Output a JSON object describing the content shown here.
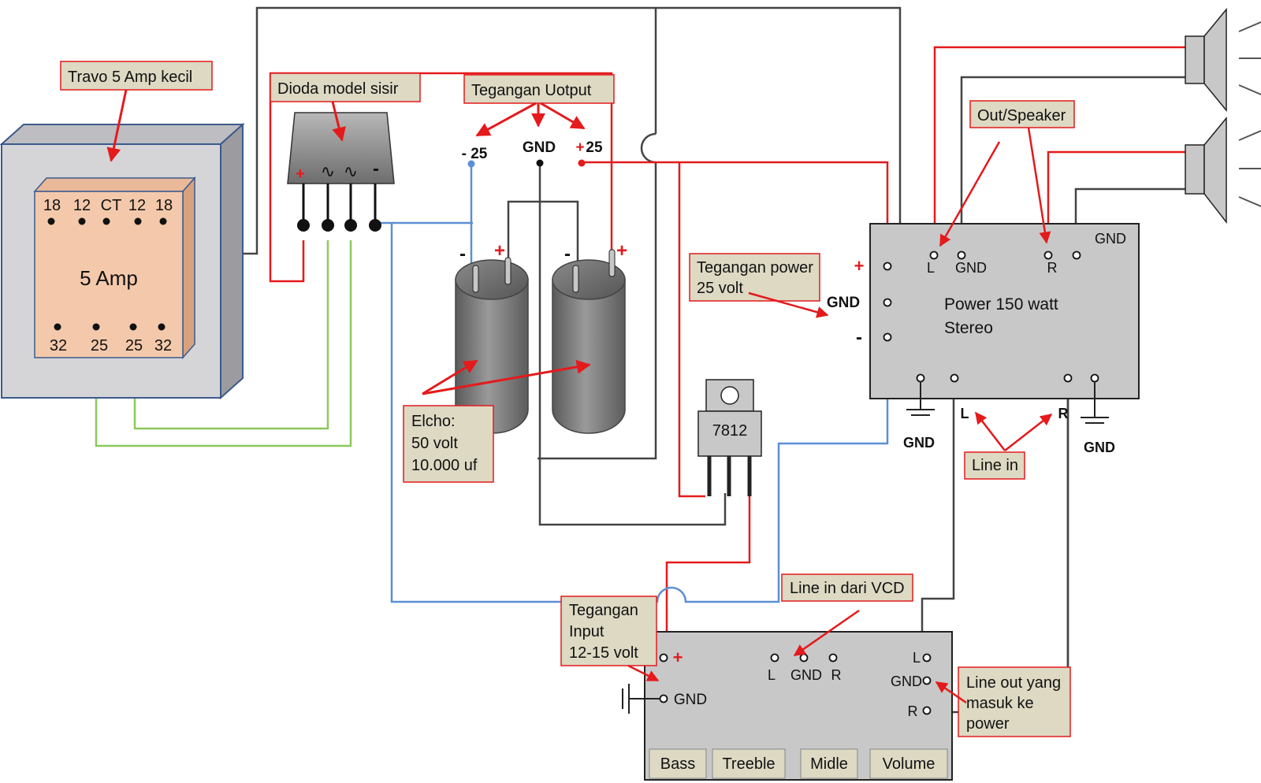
{
  "callouts": {
    "travo": "Travo 5 Amp kecil",
    "dioda": "Dioda model sisir",
    "tegangan_output": "Tegangan Uotput",
    "out_speaker": "Out/Speaker",
    "tegangan_power": [
      "Tegangan power",
      "25 volt"
    ],
    "elcho": [
      "Elcho:",
      "50 volt",
      "10.000 uf"
    ],
    "line_in": "Line in",
    "line_in_vcd": "Line in dari VCD",
    "tegangan_input": [
      "Tegangan",
      "Input",
      "12-15 volt"
    ],
    "line_out": [
      "Line out yang",
      "masuk ke",
      "power"
    ]
  },
  "transformer": {
    "top_pins": [
      "18",
      "12",
      "CT",
      "12",
      "18"
    ],
    "bottom_pins": [
      "32",
      "25",
      "25",
      "32"
    ],
    "center_label": "5 Amp"
  },
  "rectifier": {
    "plus": "+",
    "ac1": "∿",
    "ac2": "∿",
    "minus": "-"
  },
  "supply_labels": {
    "neg": "- 25",
    "gnd": "GND",
    "pos_sign": "+",
    "pos": "25"
  },
  "capacitors": {
    "c1_minus": "-",
    "c1_plus": "+",
    "c2_minus": "-",
    "c2_plus": "+"
  },
  "regulator": {
    "label": "7812"
  },
  "power_amp": {
    "title_line1": "Power 150 watt",
    "title_line2": "Stereo",
    "in_plus": "+",
    "in_gnd": "GND",
    "in_minus": "-",
    "out_l": "L",
    "out_gnd": "GND",
    "out_r": "R",
    "out_gnd_right": "GND",
    "line_l": "L",
    "line_r": "R",
    "gnd_left": "GND",
    "gnd_right": "GND"
  },
  "tone_board": {
    "plus": "+",
    "gnd": "GND",
    "in_l": "L",
    "in_gnd": "GND",
    "in_r": "R",
    "out_l": "L",
    "out_gnd": "GND",
    "out_r": "R",
    "knobs": [
      "Bass",
      "Treeble",
      "Midle",
      "Volume"
    ]
  },
  "colors": {
    "red_wire": "#e41a1c",
    "blue_wire": "#5b8fd4",
    "green_wire": "#8cc85a",
    "dark_wire": "#444444",
    "callout_fill": "#ddd9c3",
    "board_fill": "#c8c8c8",
    "transformer_core": "#d5d5d8",
    "transformer_coil": "#f4c9ab"
  }
}
